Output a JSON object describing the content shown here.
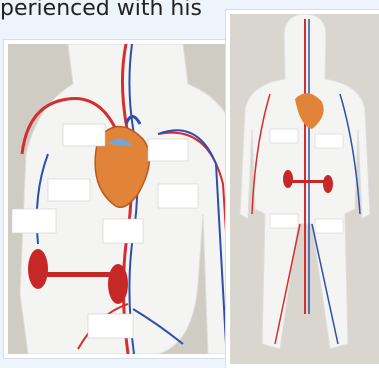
{
  "caption": {
    "text": "perienced with his"
  },
  "photos": [
    {
      "name": "body-model-closeup",
      "depicts": "paper body cut-out with heart, kidneys and blood vessels"
    },
    {
      "name": "body-model-full",
      "depicts": "full paper body cut-out with drawn veins and arteries"
    }
  ],
  "colors": {
    "artery": "#d32f2f",
    "vein": "#2e4fae",
    "paper": "#f4f4f2",
    "wall": "#d9d6cf",
    "heart": "#e2833a"
  }
}
